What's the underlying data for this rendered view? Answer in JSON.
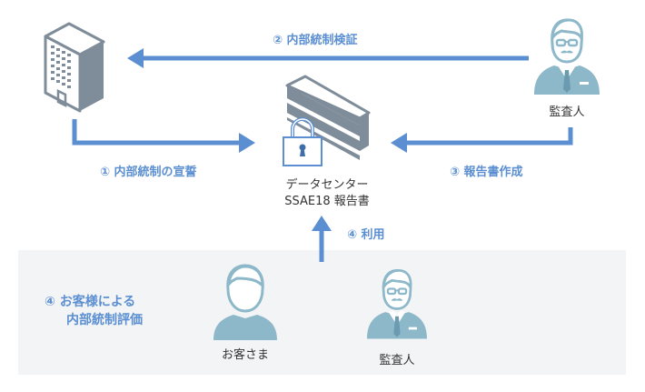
{
  "colors": {
    "arrow": "#5b8fd1",
    "icon_gray": "#7f8c99",
    "person": "#8db8c9",
    "lock": "#5b8fd1",
    "panel_bg": "#f3f4f6",
    "text_dark": "#333333"
  },
  "nodes": {
    "company": {
      "icon": "building-icon"
    },
    "auditor_top": {
      "icon": "auditor-icon",
      "label": "監査人"
    },
    "datacenter": {
      "icon": "datacenter-lock-icon",
      "label_line1": "データセンター",
      "label_line2": "SSAE18 報告書"
    },
    "customer": {
      "icon": "customer-icon",
      "label": "お客さま"
    },
    "auditor_bottom": {
      "icon": "auditor-icon",
      "label": "監査人"
    }
  },
  "steps": {
    "step1": "① 内部統制の宣誓",
    "step2": "② 内部統制検証",
    "step3": "③ 報告書作成",
    "step4_use": "④ 利用",
    "step4_eval_line1": "④ お客様による",
    "step4_eval_line2": "内部統制評価"
  }
}
